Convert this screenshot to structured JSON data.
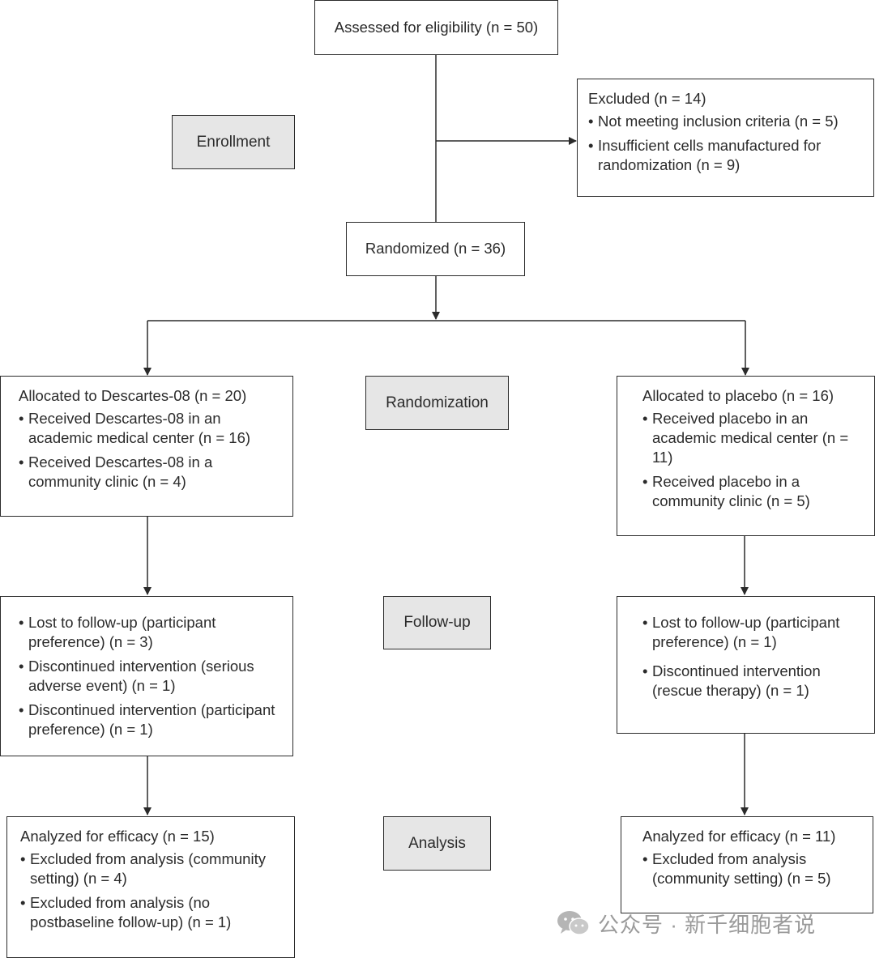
{
  "assessed": "Assessed for eligibility (n = 50)",
  "stages": {
    "enrollment": "Enrollment",
    "randomization": "Randomization",
    "followup": "Follow-up",
    "analysis": "Analysis"
  },
  "excluded": {
    "title": "Excluded (n = 14)",
    "items": [
      "Not meeting inclusion criteria (n = 5)",
      "Insufficient cells manufactured for randomization (n = 9)"
    ]
  },
  "randomized": "Randomized (n  = 36)",
  "alloc_left": {
    "title": "Allocated to Descartes-08 (n  = 20)",
    "items": [
      "Received Descartes-08 in an academic medical center (n = 16)",
      "Received Descartes-08 in a community clinic (n = 4)"
    ]
  },
  "alloc_right": {
    "title": "Allocated to placebo (n = 16)",
    "items": [
      "Received placebo in an academic medical center (n = 11)",
      "Received placebo in a community clinic (n = 5)"
    ]
  },
  "followup_left": {
    "items": [
      "Lost to follow-up (participant preference) (n = 3)",
      "Discontinued intervention (serious adverse event) (n = 1)",
      "Discontinued intervention (participant preference) (n = 1)"
    ]
  },
  "followup_right": {
    "items": [
      "Lost to follow-up (participant preference) (n = 1)",
      "Discontinued intervention (rescue therapy) (n = 1)"
    ]
  },
  "analysis_left": {
    "title": "Analyzed for efficacy (n = 15)",
    "items": [
      "Excluded from analysis (community setting) (n = 4)",
      "Excluded from analysis (no postbaseline follow-up) (n = 1)"
    ]
  },
  "analysis_right": {
    "title": "Analyzed for efficacy (n = 11)",
    "items": [
      "Excluded from analysis (community setting) (n = 5)"
    ]
  },
  "watermark": "公众号 · 新千细胞者说",
  "watermark_icon": "wechat-icon",
  "colors": {
    "line": "#2b2b2b",
    "stage_fill": "#e6e6e6",
    "watermark": "#9a9a9a"
  }
}
